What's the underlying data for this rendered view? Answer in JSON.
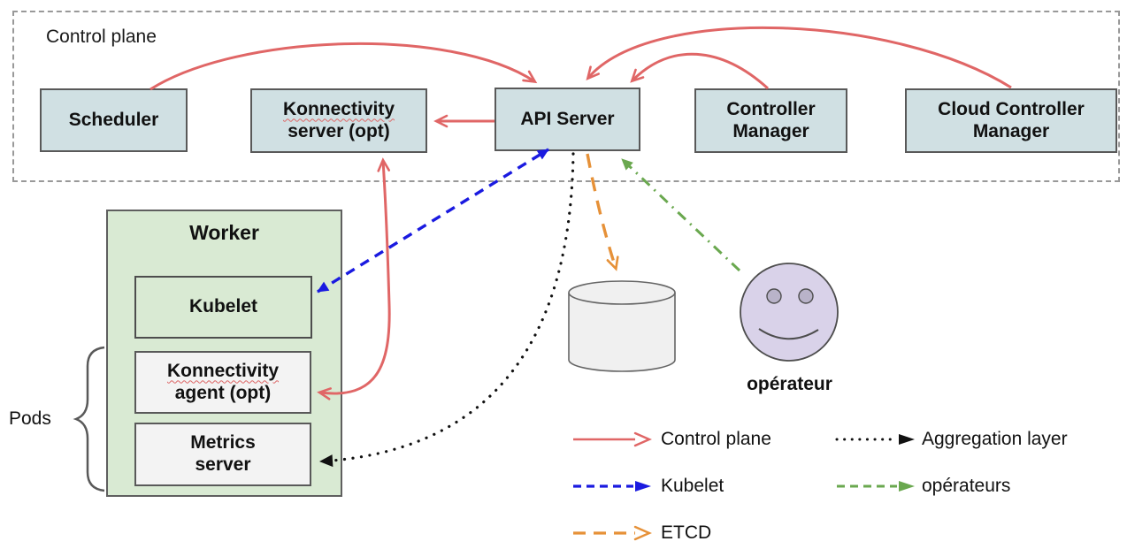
{
  "control_plane": {
    "label": "Control plane",
    "scheduler": "Scheduler",
    "konnectivity_server": {
      "line1": "Konnectivity",
      "line2": "server (opt)"
    },
    "api_server": "API Server",
    "controller_manager": {
      "line1": "Controller",
      "line2": "Manager"
    },
    "cloud_controller_manager": {
      "line1": "Cloud Controller",
      "line2": "Manager"
    }
  },
  "worker": {
    "title": "Worker",
    "kubelet": "Kubelet",
    "konnectivity_agent": {
      "line1": "Konnectivity",
      "line2": "agent (opt)"
    },
    "metrics_server": {
      "line1": "Metrics",
      "line2": "server"
    },
    "pods_label": "Pods"
  },
  "etcd_label": "ETCD",
  "operator_label": "opérateur",
  "legend": {
    "items": [
      {
        "label": "Control plane",
        "color": "#e06666",
        "style": "solid"
      },
      {
        "label": "Kubelet",
        "color": "#1a1ae0",
        "style": "dashed"
      },
      {
        "label": "ETCD",
        "color": "#e69138",
        "style": "long-dash"
      },
      {
        "label": "Aggregation layer",
        "color": "#111111",
        "style": "dotted"
      },
      {
        "label": "opérateurs",
        "color": "#6aa84f",
        "style": "dash-dot"
      }
    ]
  },
  "colors": {
    "control_plane_arrow": "#e06666",
    "kubelet_arrow": "#1a1ae0",
    "etcd_arrow": "#e69138",
    "aggregation_arrow": "#111111",
    "operators_arrow": "#6aa84f",
    "control_plane_box_fill": "#d0e0e3",
    "worker_fill": "#d9ead3",
    "pod_box_fill": "#f3f3f3",
    "etcd_fill": "#f0f0f0",
    "operator_fill": "#d9d2e9"
  }
}
